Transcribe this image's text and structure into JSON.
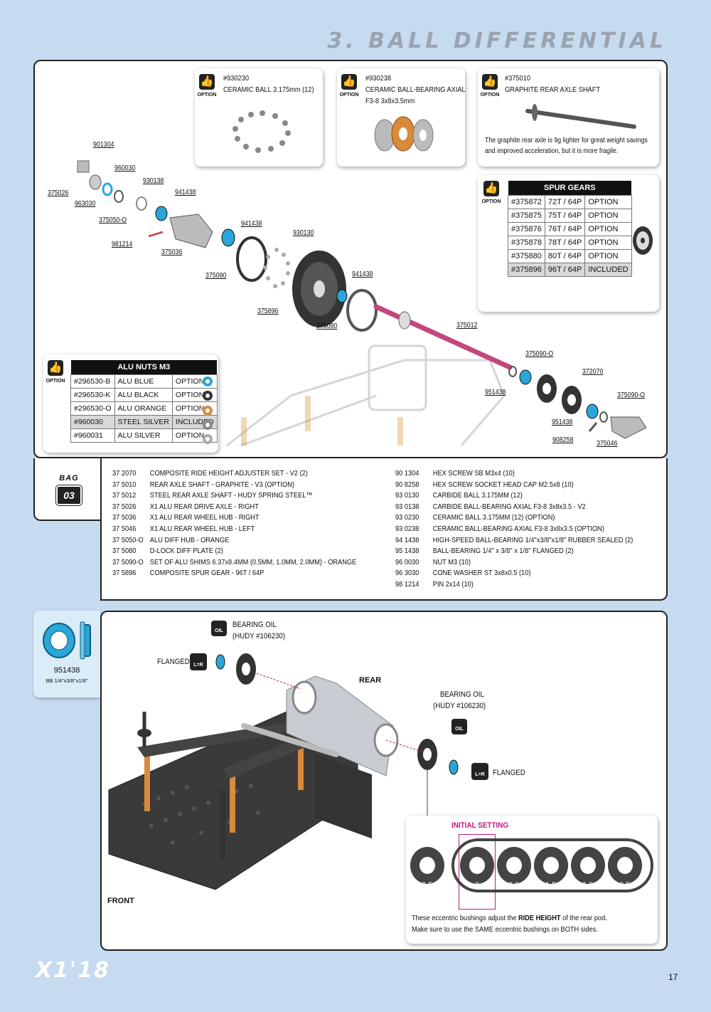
{
  "page_title": "3. BALL DIFFERENTIAL",
  "brand": "X1'18",
  "page_number": "17",
  "bag": {
    "label": "BAG",
    "number": "03"
  },
  "option_label": "OPTION",
  "option_cards": [
    {
      "part": "#930230",
      "desc": "CERAMIC BALL 3.175mm  (12)"
    },
    {
      "part": "#930238",
      "desc": "CERAMIC BALL-BEARING AXIAL",
      "desc2": "F3-8 3x8x3.5mm"
    },
    {
      "part": "#375010",
      "desc": "GRAPHITE REAR AXLE SHAFT",
      "note": "The graphite rear axle is 9g lighter for great weight savings and improved acceleration, but it is more fragile."
    }
  ],
  "spur_gears": {
    "title": "SPUR GEARS",
    "rows": [
      [
        "#375872",
        "72T / 64P",
        "OPTION"
      ],
      [
        "#375875",
        "75T / 64P",
        "OPTION"
      ],
      [
        "#375876",
        "76T / 64P",
        "OPTION"
      ],
      [
        "#375878",
        "78T / 64P",
        "OPTION"
      ],
      [
        "#375880",
        "80T / 64P",
        "OPTION"
      ],
      [
        "#375896",
        "96T / 64P",
        "INCLUDED"
      ]
    ]
  },
  "alu_nuts": {
    "title": "ALU NUTS M3",
    "rows": [
      [
        "#296530-B",
        "ALU BLUE",
        "OPTION"
      ],
      [
        "#296530-K",
        "ALU BLACK",
        "OPTION"
      ],
      [
        "#296530-O",
        "ALU ORANGE",
        "OPTION"
      ],
      [
        "#960030",
        "STEEL SILVER",
        "INCLUDED"
      ],
      [
        "#960031",
        "ALU SILVER",
        "OPTION"
      ]
    ]
  },
  "callouts": {
    "c901304": "901304",
    "c960030": "960030",
    "c930138": "930138",
    "c375026": "375026",
    "c963030": "963030",
    "c941438a": "941438",
    "c375050": "375050-O",
    "c981214": "981214",
    "c375036": "375036",
    "c941438b": "941438",
    "c930130": "930130",
    "c375080a": "375080",
    "c941438c": "941438",
    "c375896": "375896",
    "c375080b": "375080",
    "c375012": "375012",
    "c375090a": "375090-O",
    "c372070": "372070",
    "c951438a": "951438",
    "c375090b": "375090-O",
    "c951438b": "951438",
    "c908258": "908258",
    "c375046": "375046"
  },
  "parts_left": [
    [
      "37 2070",
      "COMPOSITE RIDE HEIGHT ADJUSTER SET - V2 (2)"
    ],
    [
      "37 5010",
      "REAR AXLE SHAFT - GRAPHITE - V3 (OPTION)"
    ],
    [
      "37 5012",
      "STEEL REAR AXLE SHAFT - HUDY SPRING STEEL™"
    ],
    [
      "37 5026",
      "X1 ALU REAR DRIVE AXLE - RIGHT"
    ],
    [
      "37 5036",
      "X1 ALU REAR WHEEL HUB - RIGHT"
    ],
    [
      "37 5046",
      "X1 ALU REAR WHEEL HUB - LEFT"
    ],
    [
      "37 5050-O",
      "ALU DIFF HUB - ORANGE"
    ],
    [
      "37 5080",
      "D-LOCK DIFF PLATE (2)"
    ],
    [
      "37 5090-O",
      "SET OF ALU SHIMS 6.37x8.4MM (0.5MM, 1.0MM, 2.0MM) - ORANGE"
    ],
    [
      "37 5896",
      "COMPOSITE SPUR GEAR - 96T / 64P"
    ]
  ],
  "parts_right": [
    [
      "90 1304",
      "HEX SCREW SB M3x4  (10)"
    ],
    [
      "90 8258",
      "HEX SCREW SOCKET HEAD CAP M2.5x8  (10)"
    ],
    [
      "93 0130",
      "CARBIDE BALL 3.175MM  (12)"
    ],
    [
      "93 0138",
      "CARBIDE BALL-BEARING AXIAL F3-8 3x8x3.5 - V2"
    ],
    [
      "93 0230",
      "CERAMIC BALL 3.175MM  (12)  (OPTION)"
    ],
    [
      "93 0238",
      "CERAMIC BALL-BEARING AXIAL F3-8 3x8x3.5 (OPTION)"
    ],
    [
      "94 1438",
      "HIGH-SPEED BALL-BEARING 1/4\"x3/8\"x1/8\"  RUBBER SEALED (2)"
    ],
    [
      "95 1438",
      "BALL-BEARING 1/4\" x 3/8\" x 1/8\" FLANGED  (2)"
    ],
    [
      "96 0030",
      "NUT M3  (10)"
    ],
    [
      "96 3030",
      "CONE WASHER ST 3x8x0.5  (10)"
    ],
    [
      "98 1214",
      "PIN 2x14  (10)"
    ]
  ],
  "bearing_side": {
    "code": "951438",
    "desc": "BB 1/4\"x3/8\"x1/8\""
  },
  "step2": {
    "bearing_oil_1": "BEARING OIL",
    "hudy_1": "(HUDY #106230)",
    "bearing_oil_2": "BEARING OIL",
    "hudy_2": "(HUDY #106230)",
    "flanged_1": "FLANGED",
    "flanged_2": "FLANGED",
    "oil_badge": "OIL",
    "lr_badge": "L=R",
    "rear": "REAR",
    "front": "FRONT",
    "initial_setting": "INITIAL SETTING",
    "shim_values": [
      "2.5",
      "0",
      "2.0",
      "1.5",
      "1.0",
      "0.5"
    ],
    "note_line1_pre": "These eccentric bushings adjust the ",
    "note_line1_bold": "RIDE HEIGHT",
    "note_line1_post": " of the rear pod.",
    "note_line2": "Make sure to use the SAME eccentric bushings on BOTH sides."
  },
  "colors": {
    "accent_blue": "#2aa6d8",
    "magenta": "#c2187d",
    "page_bg": "#c6daf0"
  }
}
